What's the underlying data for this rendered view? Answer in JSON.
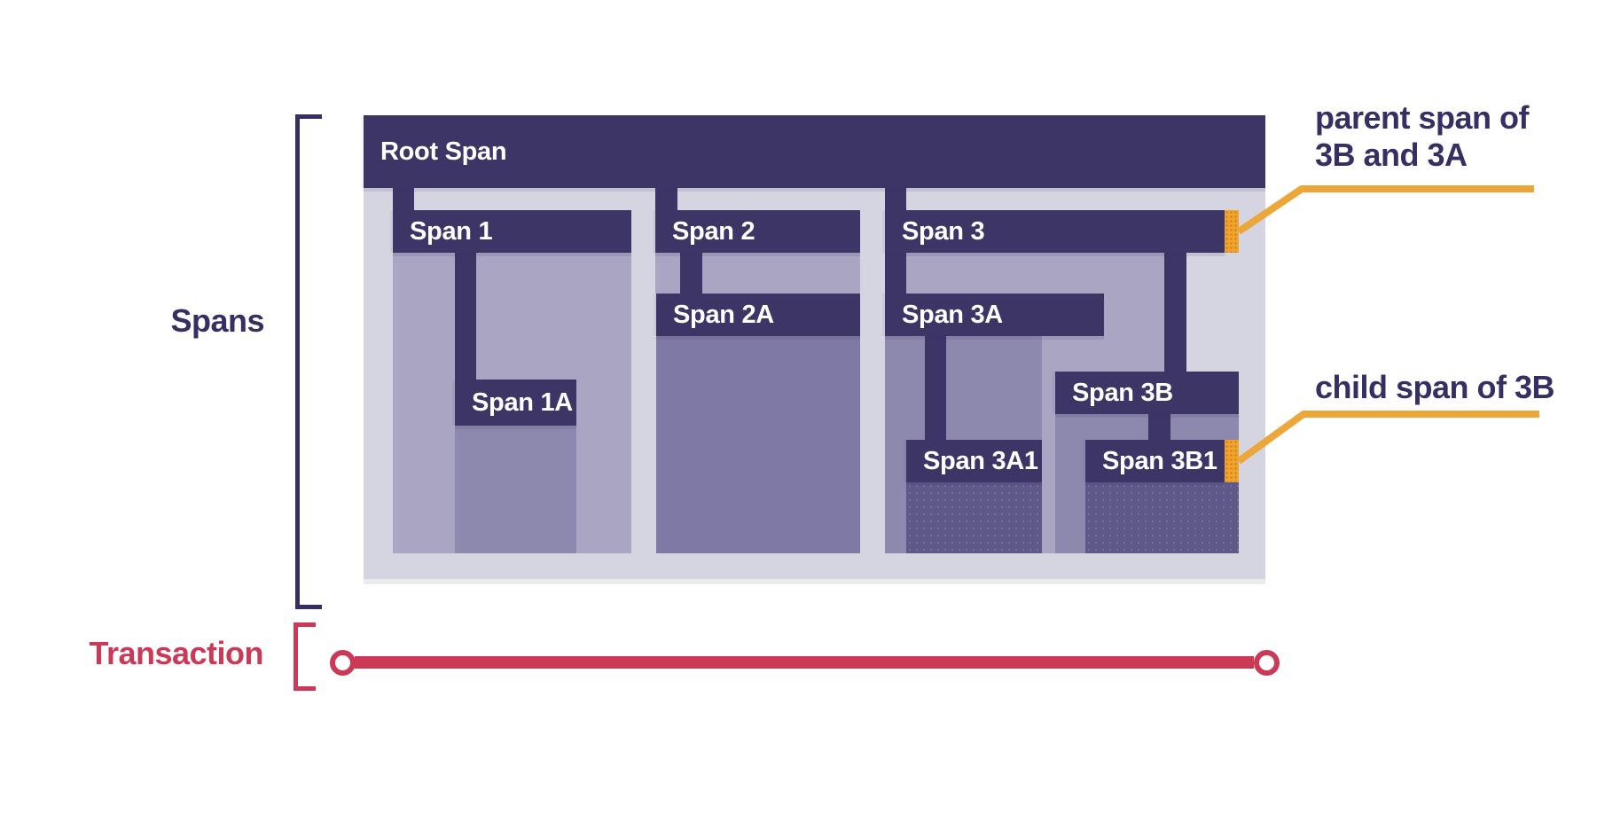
{
  "side": {
    "spans_label": "Spans",
    "transaction_label": "Transaction"
  },
  "bars": {
    "root": {
      "label": "Root Span"
    },
    "s1": {
      "label": "Span 1"
    },
    "s1a": {
      "label": "Span 1A"
    },
    "s2": {
      "label": "Span 2"
    },
    "s2a": {
      "label": "Span 2A"
    },
    "s3": {
      "label": "Span 3"
    },
    "s3a": {
      "label": "Span 3A"
    },
    "s3a1": {
      "label": "Span 3A1"
    },
    "s3b": {
      "label": "Span 3B"
    },
    "s3b1": {
      "label": "Span 3B1"
    }
  },
  "annotations": {
    "parent": {
      "line1": "parent span of",
      "line2": "3B and 3A"
    },
    "child": {
      "line1": "child span of 3B"
    }
  },
  "colors": {
    "background": "#ffffff",
    "span_bar_dark": "#3c3566",
    "container_light": "#d5d4e1",
    "panel_depth1": "#a9a5c2",
    "panel_depth2": "#8d89ae",
    "panel_depth2_alt": "#7f7aa5",
    "panel_depth3": "#5e5989",
    "highlight_tab_orange": "#f0a42d",
    "callout_yellow": "#eba73a",
    "transaction_red": "#ca3a57",
    "label_indigo": "#362f63"
  }
}
